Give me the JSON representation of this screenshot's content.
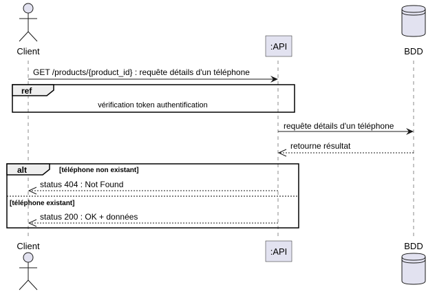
{
  "participants": {
    "client": "Client",
    "api": ":API",
    "bdd": "BDD"
  },
  "messages": {
    "m1": "GET /products/{product_id} : requête détails d'un téléphone",
    "m2": "requête détails d'un téléphone",
    "m3": "retourne résultat",
    "m4": "status 404 : Not Found",
    "m5": "status 200 : OK + données"
  },
  "ref_frame": {
    "keyword": "ref",
    "text": "vérification token authentification"
  },
  "alt_frame": {
    "keyword": "alt",
    "guard1": "[téléphone non existant]",
    "guard2": "[téléphone existant]"
  }
}
